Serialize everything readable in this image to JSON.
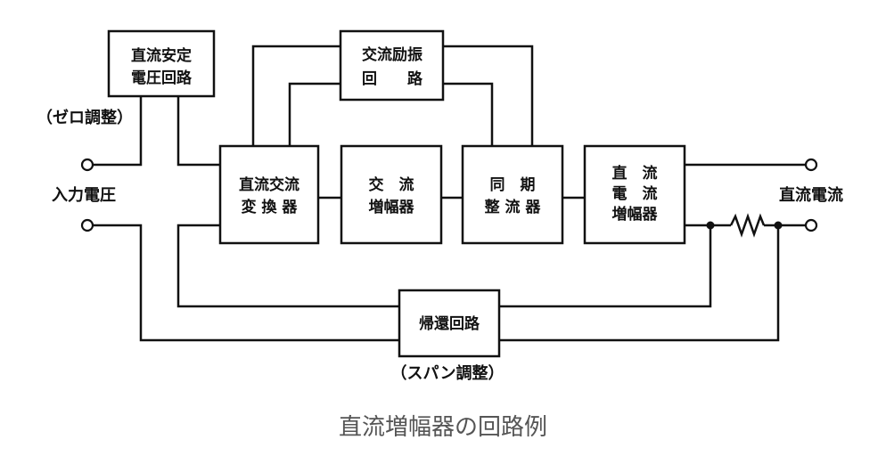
{
  "blocks": {
    "dc_regulator": {
      "line1": "直流安定",
      "line2": "電圧回路"
    },
    "ac_exciter": {
      "line1": "交流励振",
      "line2": "回　　路"
    },
    "dc_ac_converter": {
      "line1": "直流交流",
      "line2": "変 換 器"
    },
    "ac_amplifier": {
      "line1": "交　流",
      "line2": "増幅器"
    },
    "sync_rectifier": {
      "line1": "同　期",
      "line2": "整 流 器"
    },
    "dc_amplifier": {
      "line1": "直　流",
      "line2": "電　流",
      "line3": "増幅器"
    },
    "feedback": {
      "label": "帰還回路"
    }
  },
  "labels": {
    "zero_adjust": "（ゼロ調整）",
    "input_voltage": "入力電圧",
    "output_current": "直流電流",
    "span_adjust": "（スパン調整）"
  },
  "caption": "直流増幅器の回路例",
  "colors": {
    "line": "#111111",
    "caption": "#555555"
  }
}
